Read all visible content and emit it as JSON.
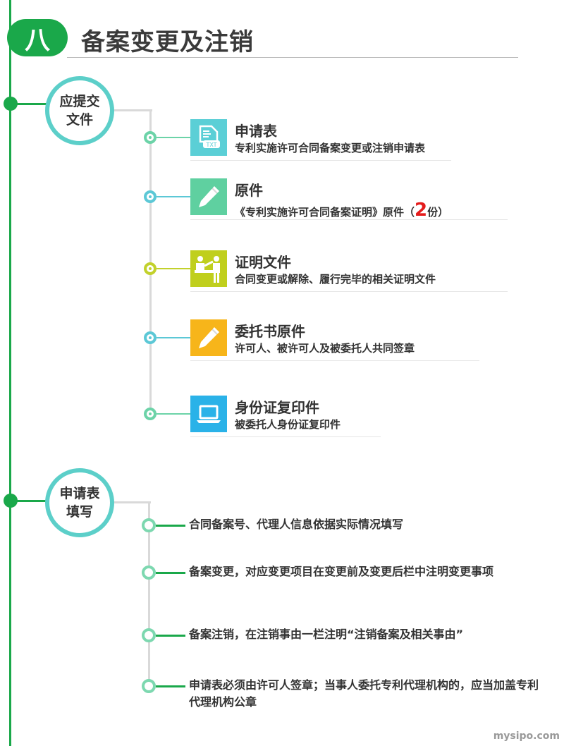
{
  "header": {
    "badge": "八",
    "title": "备案变更及注销"
  },
  "section1": {
    "label_line1": "应提交",
    "label_line2": "文件",
    "items": [
      {
        "title": "申请表",
        "sub": "专利实施许可合同备案变更或注销申请表",
        "icon": "txt-file-icon",
        "color": "#5bcfd6",
        "ring": "#6cd3a8"
      },
      {
        "title": "原件",
        "sub": "《专利实施许可合同备案证明》原件（",
        "count": "2",
        "sub_end": "份）",
        "icon": "pencil-icon",
        "color": "#5fd0a0",
        "ring": "#5cc8d6"
      },
      {
        "title": "证明文件",
        "sub": "合同变更或解除、履行完毕的相关证明文件",
        "icon": "people-desk-icon",
        "color": "#c0cf1d",
        "ring": "#c2d12c"
      },
      {
        "title": "委托书原件",
        "sub": "许可人、被许可人及被委托人共同签章",
        "icon": "pencil-icon",
        "color": "#f7b51a",
        "ring": "#5cc8d6"
      },
      {
        "title": "身份证复印件",
        "sub": "被委托人身份证复印件",
        "icon": "laptop-icon",
        "color": "#2ab2e8",
        "ring": "#6cd3a8"
      }
    ]
  },
  "section2": {
    "label_line1": "申请表",
    "label_line2": "填写",
    "items": [
      "合同备案号、代理人信息依据实际情况填写",
      "备案变更，对应变更项目在变更前及变更后栏中注明变更事项",
      "备案注销，在注销事由一栏注明“注销备案及相关事由”",
      "申请表必须由许可人签章；当事人委托专利代理机构的，应当加盖专利代理机构公章"
    ]
  },
  "watermark": "mysipo.com"
}
